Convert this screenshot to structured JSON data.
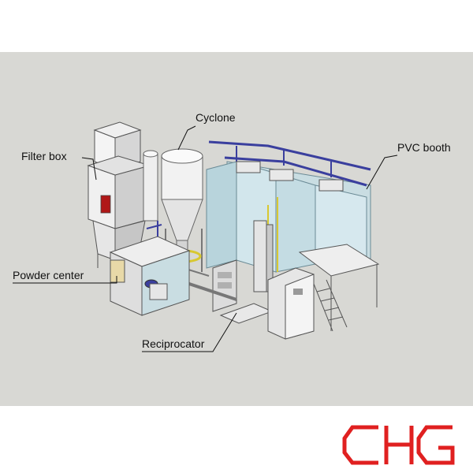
{
  "diagram": {
    "labels": {
      "cyclone": "Cyclone",
      "filter_box": "Filter box",
      "pvc_booth": "PVC booth",
      "powder_center": "Powder center",
      "reciprocator": "Reciprocator"
    }
  },
  "logo": {
    "text": "CHG",
    "color": "#e02020"
  },
  "colors": {
    "background": "#d8d8d4",
    "accent_blue": "#3a3f9e",
    "frame_yellow": "#d8c830",
    "filter_red": "#b01818"
  }
}
